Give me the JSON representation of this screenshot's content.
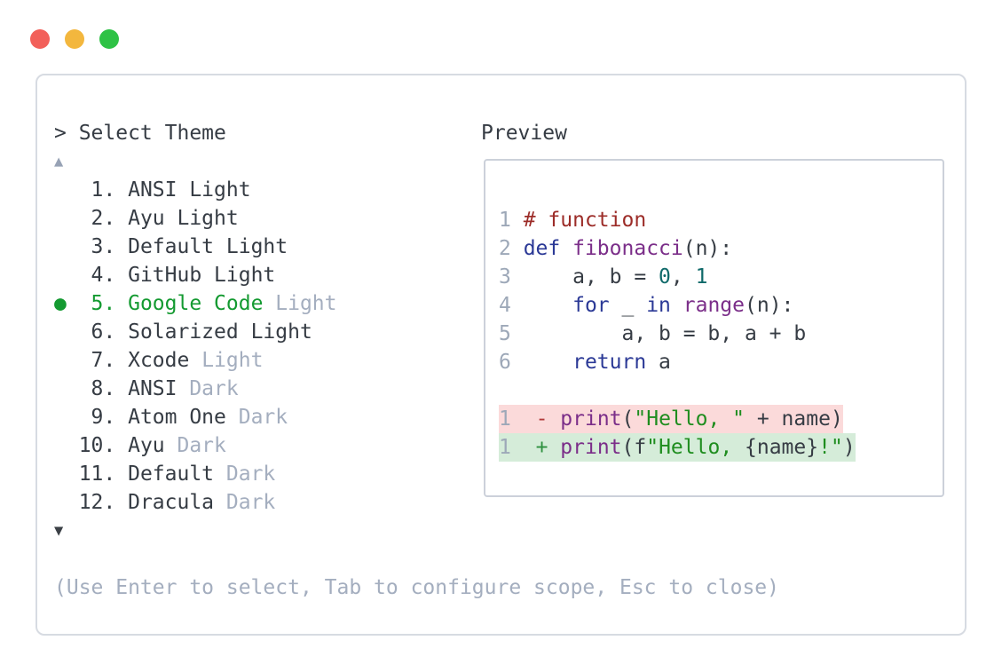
{
  "colors": {
    "close_button": "#f2605a",
    "minimize_button": "#f3b73e",
    "zoom_button": "#2ec245",
    "panel_border": "#d7dbe2",
    "box_border": "#ccd1da",
    "text_dark": "#363c44",
    "muted_gray": "#a4aebf",
    "line_number": "#9da8b8",
    "selected_green": "#149a31",
    "scroll_up": "#97a2b5",
    "scroll_down": "#3b4046",
    "comment": "#9c2c28",
    "keyword": "#2b3996",
    "function_name": "#7b2e89",
    "string": "#1f8d1f",
    "literal": "#106a6a",
    "removed_sign": "#b23a3a",
    "added_sign": "#2f9140",
    "diff_del_bg": "#fbdada",
    "diff_add_bg": "#d5ecd9"
  },
  "theme_selector": {
    "prompt": "> Select Theme",
    "scroll_up_icon": "▲",
    "scroll_down_icon": "▼",
    "selected_marker": "●",
    "items": [
      {
        "num": "1",
        "label": "ANSI Light",
        "suffix": "",
        "selected": false
      },
      {
        "num": "2",
        "label": "Ayu Light",
        "suffix": "",
        "selected": false
      },
      {
        "num": "3",
        "label": "Default Light",
        "suffix": "",
        "selected": false
      },
      {
        "num": "4",
        "label": "GitHub Light",
        "suffix": "",
        "selected": false
      },
      {
        "num": "5",
        "label": "Google Code",
        "suffix": "Light",
        "selected": true
      },
      {
        "num": "6",
        "label": "Solarized Light",
        "suffix": "",
        "selected": false
      },
      {
        "num": "7",
        "label": "Xcode",
        "suffix": "Light",
        "selected": false
      },
      {
        "num": "8",
        "label": "ANSI",
        "suffix": "Dark",
        "selected": false
      },
      {
        "num": "9",
        "label": "Atom One",
        "suffix": "Dark",
        "selected": false
      },
      {
        "num": "10",
        "label": "Ayu",
        "suffix": "Dark",
        "selected": false
      },
      {
        "num": "11",
        "label": "Default",
        "suffix": "Dark",
        "selected": false
      },
      {
        "num": "12",
        "label": "Dracula",
        "suffix": "Dark",
        "selected": false
      }
    ],
    "hint": "(Use Enter to select, Tab to configure scope, Esc to close)"
  },
  "preview": {
    "title": "Preview",
    "code_lines": [
      {
        "no": "1",
        "bg": "",
        "tokens": [
          [
            "# function",
            "comment"
          ]
        ]
      },
      {
        "no": "2",
        "bg": "",
        "tokens": [
          [
            "def",
            "keyword"
          ],
          [
            " ",
            "plain"
          ],
          [
            "fibonacci",
            "function"
          ],
          [
            "(n):",
            "plain"
          ]
        ]
      },
      {
        "no": "3",
        "bg": "",
        "tokens": [
          [
            "    a, b = ",
            "plain"
          ],
          [
            "0",
            "literal"
          ],
          [
            ", ",
            "plain"
          ],
          [
            "1",
            "literal"
          ]
        ]
      },
      {
        "no": "4",
        "bg": "",
        "tokens": [
          [
            "    ",
            "plain"
          ],
          [
            "for",
            "keyword"
          ],
          [
            " _ ",
            "plain"
          ],
          [
            "in",
            "keyword"
          ],
          [
            " ",
            "plain"
          ],
          [
            "range",
            "function"
          ],
          [
            "(n):",
            "plain"
          ]
        ]
      },
      {
        "no": "5",
        "bg": "",
        "tokens": [
          [
            "        a, b = b, a + b",
            "plain"
          ]
        ]
      },
      {
        "no": "6",
        "bg": "",
        "tokens": [
          [
            "    ",
            "plain"
          ],
          [
            "return",
            "keyword"
          ],
          [
            " a",
            "plain"
          ]
        ]
      },
      {
        "no": "",
        "bg": "",
        "tokens": []
      },
      {
        "no": "1",
        "bg": "del",
        "tokens": [
          [
            " ",
            "plain"
          ],
          [
            "-",
            "removed-sign"
          ],
          [
            " ",
            "plain"
          ],
          [
            "print",
            "function"
          ],
          [
            "(",
            "plain"
          ],
          [
            "\"Hello, \"",
            "string"
          ],
          [
            " + name)",
            "plain"
          ]
        ]
      },
      {
        "no": "1",
        "bg": "add",
        "tokens": [
          [
            " ",
            "plain"
          ],
          [
            "+",
            "added-sign"
          ],
          [
            " ",
            "plain"
          ],
          [
            "print",
            "function"
          ],
          [
            "(f",
            "plain"
          ],
          [
            "\"Hello, ",
            "string"
          ],
          [
            "{name}",
            "plain"
          ],
          [
            "!\"",
            "string"
          ],
          [
            ")",
            "plain"
          ]
        ]
      }
    ]
  }
}
